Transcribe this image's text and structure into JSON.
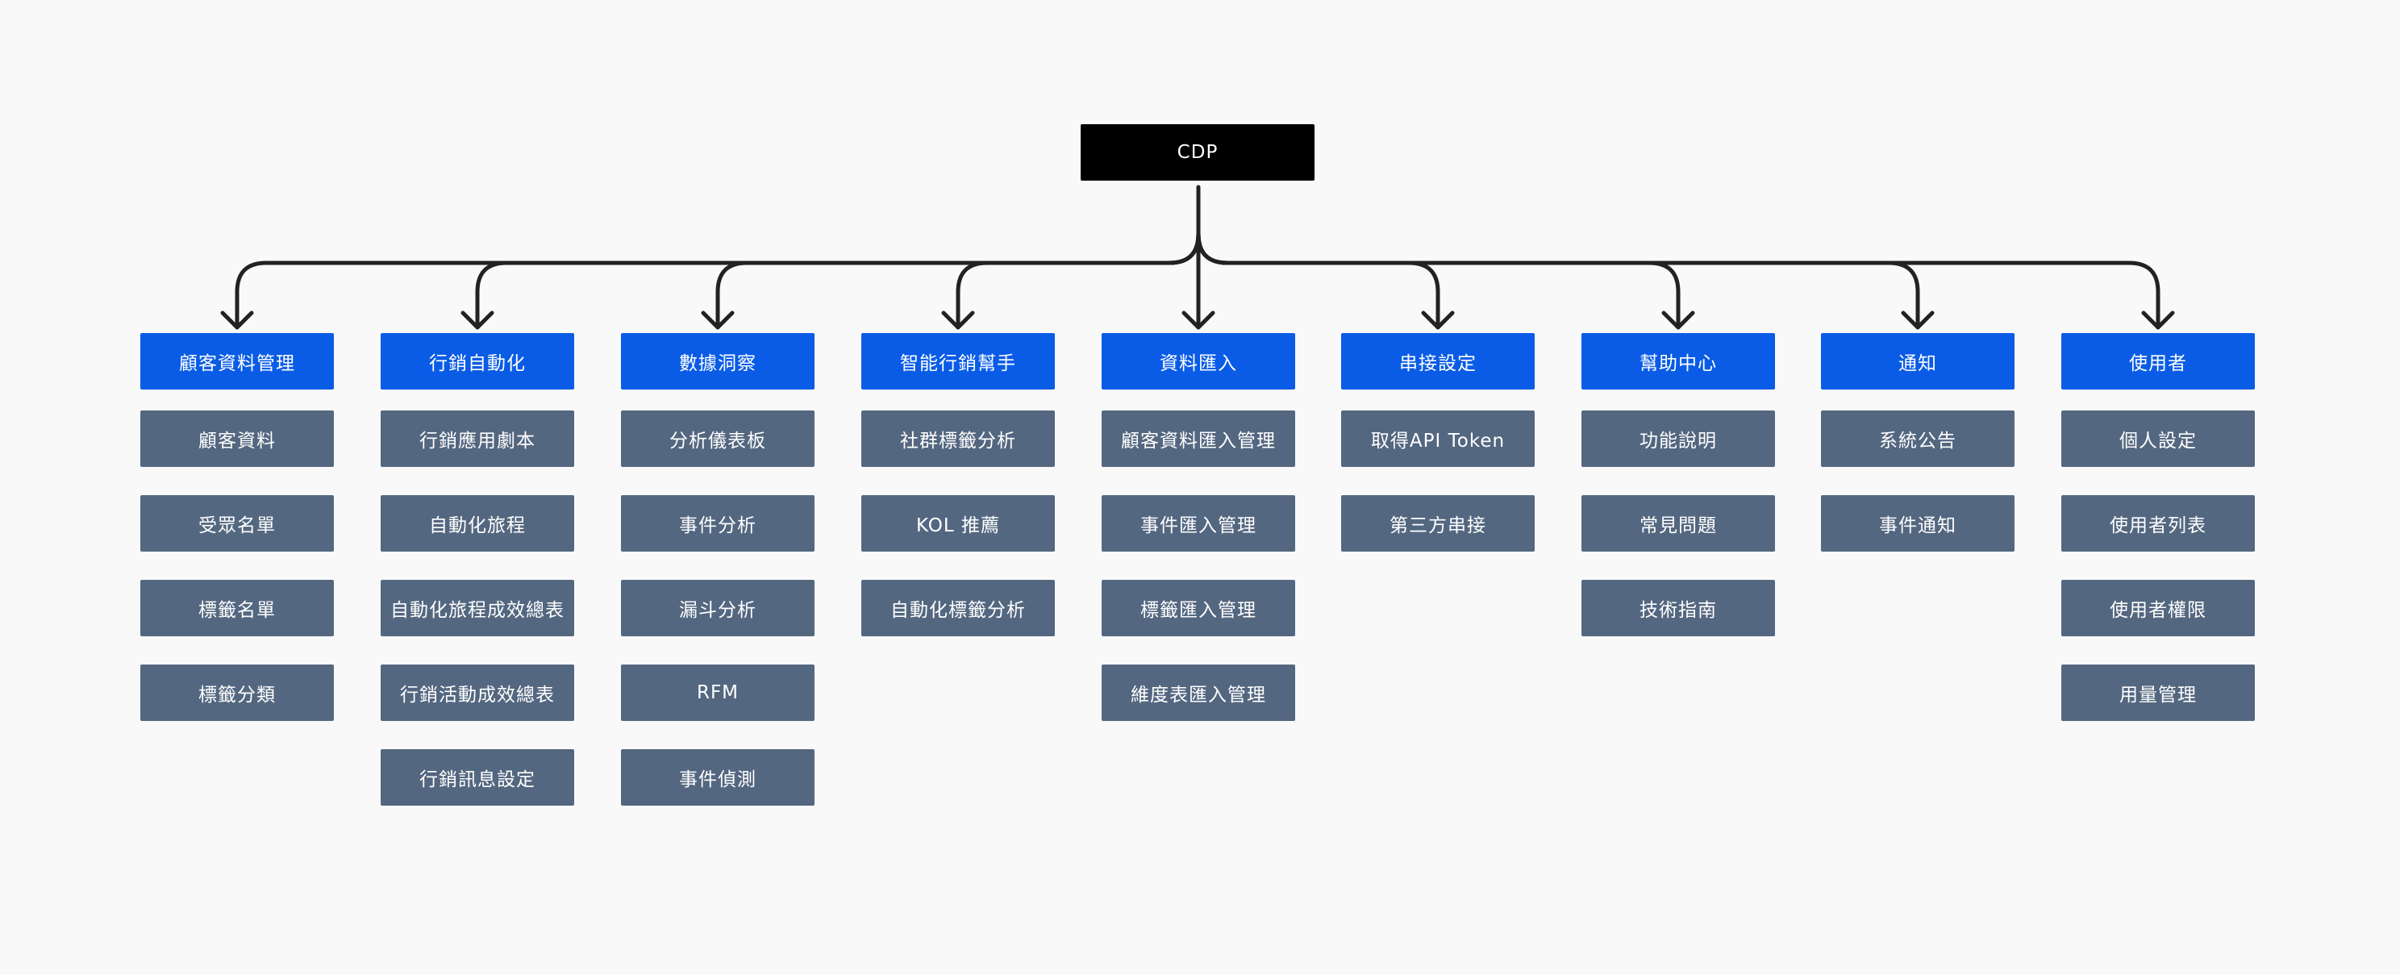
{
  "root": {
    "label": "CDP"
  },
  "categories": [
    {
      "label": "顧客資料管理",
      "items": [
        "顧客資料",
        "受眾名單",
        "標籤名單",
        "標籤分類"
      ]
    },
    {
      "label": "行銷自動化",
      "items": [
        "行銷應用劇本",
        "自動化旅程",
        "自動化旅程成效總表",
        "行銷活動成效總表",
        "行銷訊息設定"
      ]
    },
    {
      "label": "數據洞察",
      "items": [
        "分析儀表板",
        "事件分析",
        "漏斗分析",
        "RFM",
        "事件偵測"
      ]
    },
    {
      "label": "智能行銷幫手",
      "items": [
        "社群標籤分析",
        "KOL 推薦",
        "自動化標籤分析"
      ]
    },
    {
      "label": "資料匯入",
      "items": [
        "顧客資料匯入管理",
        "事件匯入管理",
        "標籤匯入管理",
        "維度表匯入管理"
      ]
    },
    {
      "label": "串接設定",
      "items": [
        "取得API Token",
        "第三方串接"
      ]
    },
    {
      "label": "幫助中心",
      "items": [
        "功能說明",
        "常見問題",
        "技術指南"
      ]
    },
    {
      "label": "通知",
      "items": [
        "系統公告",
        "事件通知"
      ]
    },
    {
      "label": "使用者",
      "items": [
        "個人設定",
        "使用者列表",
        "使用者權限",
        "用量管理"
      ]
    }
  ],
  "colors": {
    "background": "#f9f9fa",
    "root": "#000000",
    "category": "#0a5ce6",
    "item": "#546780",
    "connector": "#222222"
  }
}
